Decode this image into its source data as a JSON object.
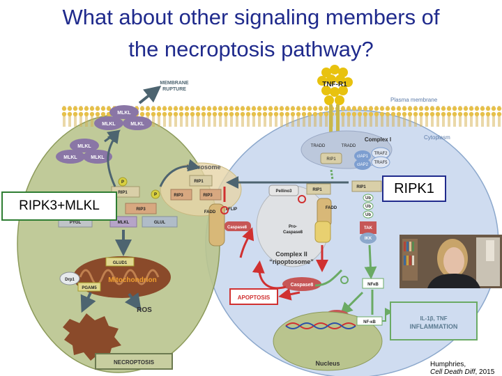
{
  "title": {
    "line1": "What about other signaling members of",
    "line2": "the necroptosis pathway?"
  },
  "diagram": {
    "receptor": "TNF-R1",
    "membrane_rupture": [
      "MEMBRANE",
      "RUPTURE"
    ],
    "plasma_membrane": "Plasma membrane",
    "cytoplasm": "Cytoplasm",
    "complex1": {
      "label": "Complex I",
      "tradd": "TRADD",
      "rip1": "RIP1",
      "ciap1": "cIAP1",
      "ciap2": "cIAP2",
      "traf2": "TRAF2",
      "traf5": "TRAF5"
    },
    "mlkl": "MLKL",
    "necrosome": "Necrosome",
    "rip1": "RIP1",
    "rip3": "RIP3",
    "p": "P",
    "pygl": "PYGL",
    "glul": "GLUL",
    "glud1": "GLUD1",
    "mitochondrion": "Mitochondrion",
    "drp1": "Drp1",
    "pgam5": "PGAM5",
    "ros": "ROS",
    "necroptosis": "NECROPTOSIS",
    "fadd": "FADD",
    "cflip": "cFLIP",
    "caspase8": "Caspase8",
    "pellino3": "Pellino3",
    "pro_caspase8": [
      "Pro-",
      "Caspase8"
    ],
    "complex2": [
      "Complex II",
      "“ripoptosome”"
    ],
    "ub": "Ub",
    "tak": "TAK",
    "ikk": "IKK",
    "nfkb": "NFκB",
    "nfkb2": "NF-κB",
    "apoptosis": "APOPTOSIS",
    "inflammation": [
      "IL-1β, TNF",
      "INFLAMMATION"
    ],
    "nucleus": "Nucleus"
  },
  "callouts": {
    "ripk3_mlkl": "RIPK3+MLKL",
    "ripk1": "RIPK1"
  },
  "citation": {
    "author": "Humphries,",
    "journal": "Cell Death Diff",
    "year": ", 2015"
  },
  "colors": {
    "title": "#1f2a8c",
    "left_cell": "#b9c48e",
    "right_cell": "#cfdcf0",
    "necrosome": "#e6d4a8",
    "red_arrow": "#d03030",
    "green_arrow": "#6aaa64"
  }
}
